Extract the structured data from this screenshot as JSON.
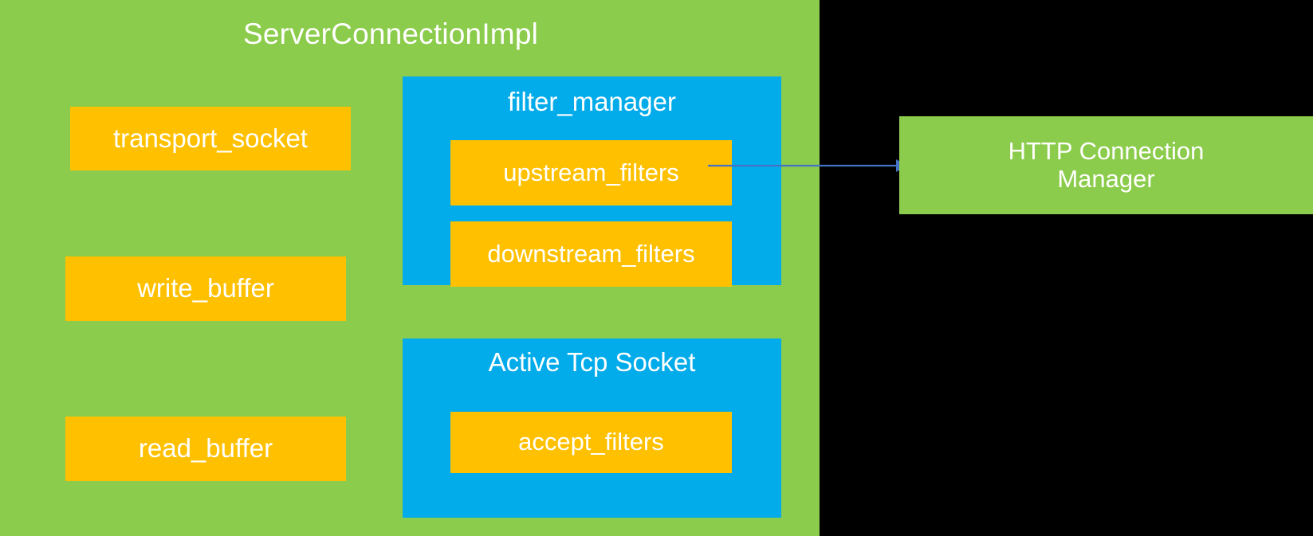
{
  "diagram": {
    "title": "ServerConnectionImpl",
    "colors": {
      "green": "#8CCC4C",
      "blue": "#02ABE9",
      "orange": "#FFC000",
      "background": "#000000",
      "arrow": "#4472C4",
      "text": "#FFFFFF"
    },
    "server_connection": {
      "title": "ServerConnectionImpl",
      "members": [
        {
          "label": "transport_socket"
        },
        {
          "label": "write_buffer"
        },
        {
          "label": "read_buffer"
        }
      ],
      "filter_manager": {
        "title": "filter_manager",
        "members": [
          {
            "label": "upstream_filters"
          },
          {
            "label": "downstream_filters"
          }
        ]
      },
      "active_tcp_socket": {
        "title": "Active Tcp Socket",
        "members": [
          {
            "label": "accept_filters"
          }
        ]
      }
    },
    "http_connection_manager": {
      "label": "HTTP Connection\nManager"
    },
    "connections": [
      {
        "from": "upstream_filters",
        "to": "HTTP Connection Manager",
        "style": "arrow-right"
      }
    ]
  }
}
